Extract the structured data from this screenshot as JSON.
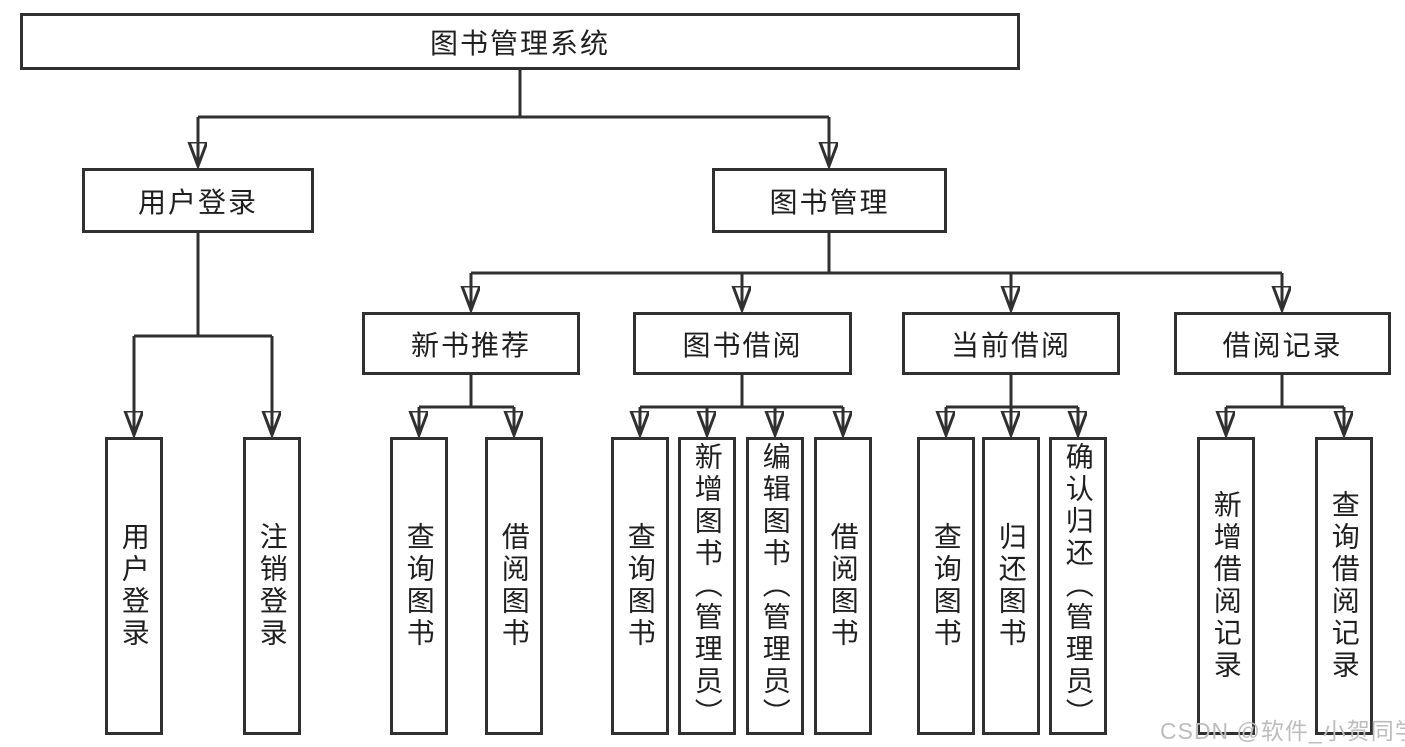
{
  "tree": {
    "root": "图书管理系统",
    "children": [
      {
        "label": "用户登录",
        "children": [
          {
            "label": "用户登录"
          },
          {
            "label": "注销登录"
          }
        ]
      },
      {
        "label": "图书管理",
        "children": [
          {
            "label": "新书推荐",
            "children": [
              {
                "label": "查询图书"
              },
              {
                "label": "借阅图书"
              }
            ]
          },
          {
            "label": "图书借阅",
            "children": [
              {
                "label": "查询图书"
              },
              {
                "label": "新增图书（管理员）"
              },
              {
                "label": "编辑图书（管理员）"
              },
              {
                "label": "借阅图书"
              }
            ]
          },
          {
            "label": "当前借阅",
            "children": [
              {
                "label": "查询图书"
              },
              {
                "label": "归还图书"
              },
              {
                "label": "确认归还（管理员）"
              }
            ]
          },
          {
            "label": "借阅记录",
            "children": [
              {
                "label": "新增借阅记录"
              },
              {
                "label": "查询借阅记录"
              }
            ]
          }
        ]
      }
    ]
  },
  "watermark": {
    "text": "CSDN @软件_小贺同学"
  },
  "colors": {
    "line": "#303030",
    "box_border": "#303030",
    "text": "#1f1f1f",
    "watermark": "#bdbdbd",
    "background": "#ffffff"
  }
}
